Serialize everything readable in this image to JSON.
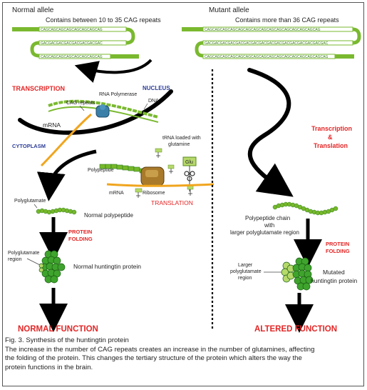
{
  "colors": {
    "dna_green": "#7ab92f",
    "rna_orange": "#f0a51e",
    "red_label": "#e32626",
    "blue_label": "#2d3d98",
    "polymerase": "#3a7fa8",
    "ribosome": "#a87a2a",
    "protein_green": "#76b82a",
    "dark_green": "#2e7d20",
    "black": "#000000"
  },
  "normal": {
    "allele_title": "Normal allele",
    "repeats_note": "Contains between 10 to 35 CAG repeats",
    "dna_seq_1": "CAGCAGCAGCAGCAGCAGCAGCAG",
    "dna_seq_2": "GACGACGACGACGACGACGACGAC",
    "dna_seq_3": "CAGCAGCAGCAGCAGCAGCAGCAG",
    "transcription": "TRANSCRIPTION",
    "nucleus": "NUCLEUS",
    "cag_repeats": "CAG repeats",
    "rna_polymerase": "RNA Polymerase",
    "dna": "DNA",
    "mrna": "mRNA",
    "cytoplasm": "CYTOPLASM",
    "trna_loaded_1": "tRNA loaded with",
    "trna_loaded_2": "glutamine",
    "glu": "Glu",
    "polypeptide": "Polypeptide",
    "mrna_2": "mRNA",
    "ribosome": "Ribosome",
    "translation": "TRANSLATION",
    "polyglutamate": "Polyglutamate",
    "normal_polypeptide": "Normal polypeptide",
    "protein_folding_1": "PROTEIN",
    "protein_folding_2": "FOLDING",
    "polyglutamate_region_1": "Polyglutamate",
    "polyglutamate_region_2": "region",
    "normal_huntingtin": "Normal huntingtin protein",
    "normal_function": "NORMAL FUNCTION"
  },
  "mutant": {
    "allele_title": "Mutant allele",
    "repeats_note": "Contains more than 36 CAG repeats",
    "dna_seq_1": "CAGCAGCAGCAGCAGCAGCAGCAGCAGCAGCAGCAGCAGCAGCAG",
    "dna_seq_2": "GACGACGACGACGACGACGACGACGACGACGACGACGACGACGACGAC",
    "dna_seq_3": "CAGCAGCAGCAGCAGCAGCAGCAGCAGCAGCAGCAGCAGCAGCAGCAG",
    "transcription_1": "Transcription",
    "transcription_2": "&",
    "transcription_3": "Translation",
    "polypeptide_chain_1": "Polypeptide chain",
    "polypeptide_chain_2": "with",
    "polypeptide_chain_3": "larger polyglutamate region",
    "protein_folding_1": "PROTEIN",
    "protein_folding_2": "FOLDING",
    "larger_region_1": "Larger",
    "larger_region_2": "polyglutamate",
    "larger_region_3": "region",
    "mutated_1": "Mutated",
    "mutated_2": "huntingtin protein",
    "altered_function": "ALTERED FUNCTION"
  },
  "caption": {
    "title": "Fig. 3.  Synthesis of the huntingtin protein",
    "line1": "The increase in the number of CAG repeats creates an increase in the number of glutamines, affecting",
    "line2": "the folding of the protein. This changes the tertiary structure of the protein which alters the way the",
    "line3": "protein functions in the brain."
  }
}
